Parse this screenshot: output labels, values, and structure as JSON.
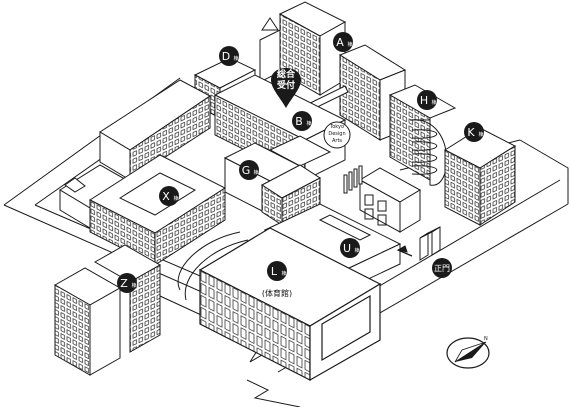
{
  "map": {
    "buildings": {
      "A": {
        "letter": "A",
        "suffix": "棟"
      },
      "B": {
        "letter": "B",
        "suffix": "棟"
      },
      "D": {
        "letter": "D",
        "suffix": "棟"
      },
      "G": {
        "letter": "G",
        "suffix": "棟"
      },
      "H": {
        "letter": "H",
        "suffix": "棟"
      },
      "K": {
        "letter": "K",
        "suffix": "棟"
      },
      "L": {
        "letter": "L",
        "suffix": "棟",
        "sub": "(体育館)"
      },
      "U": {
        "letter": "U",
        "suffix": "棟"
      },
      "X": {
        "letter": "X",
        "suffix": "棟"
      },
      "Z": {
        "letter": "Z",
        "suffix": "棟"
      }
    },
    "reception": {
      "line1": "総合",
      "line2": "受付"
    },
    "main_gate": {
      "label": "正門"
    },
    "sign_lines": [
      "Tokyo",
      "Design",
      "Arts"
    ],
    "colors": {
      "marker": "#1a1a1a",
      "line": "#1a1a1a",
      "fill": "#ffffff"
    },
    "compass_icon": "north-arrow-icon"
  }
}
